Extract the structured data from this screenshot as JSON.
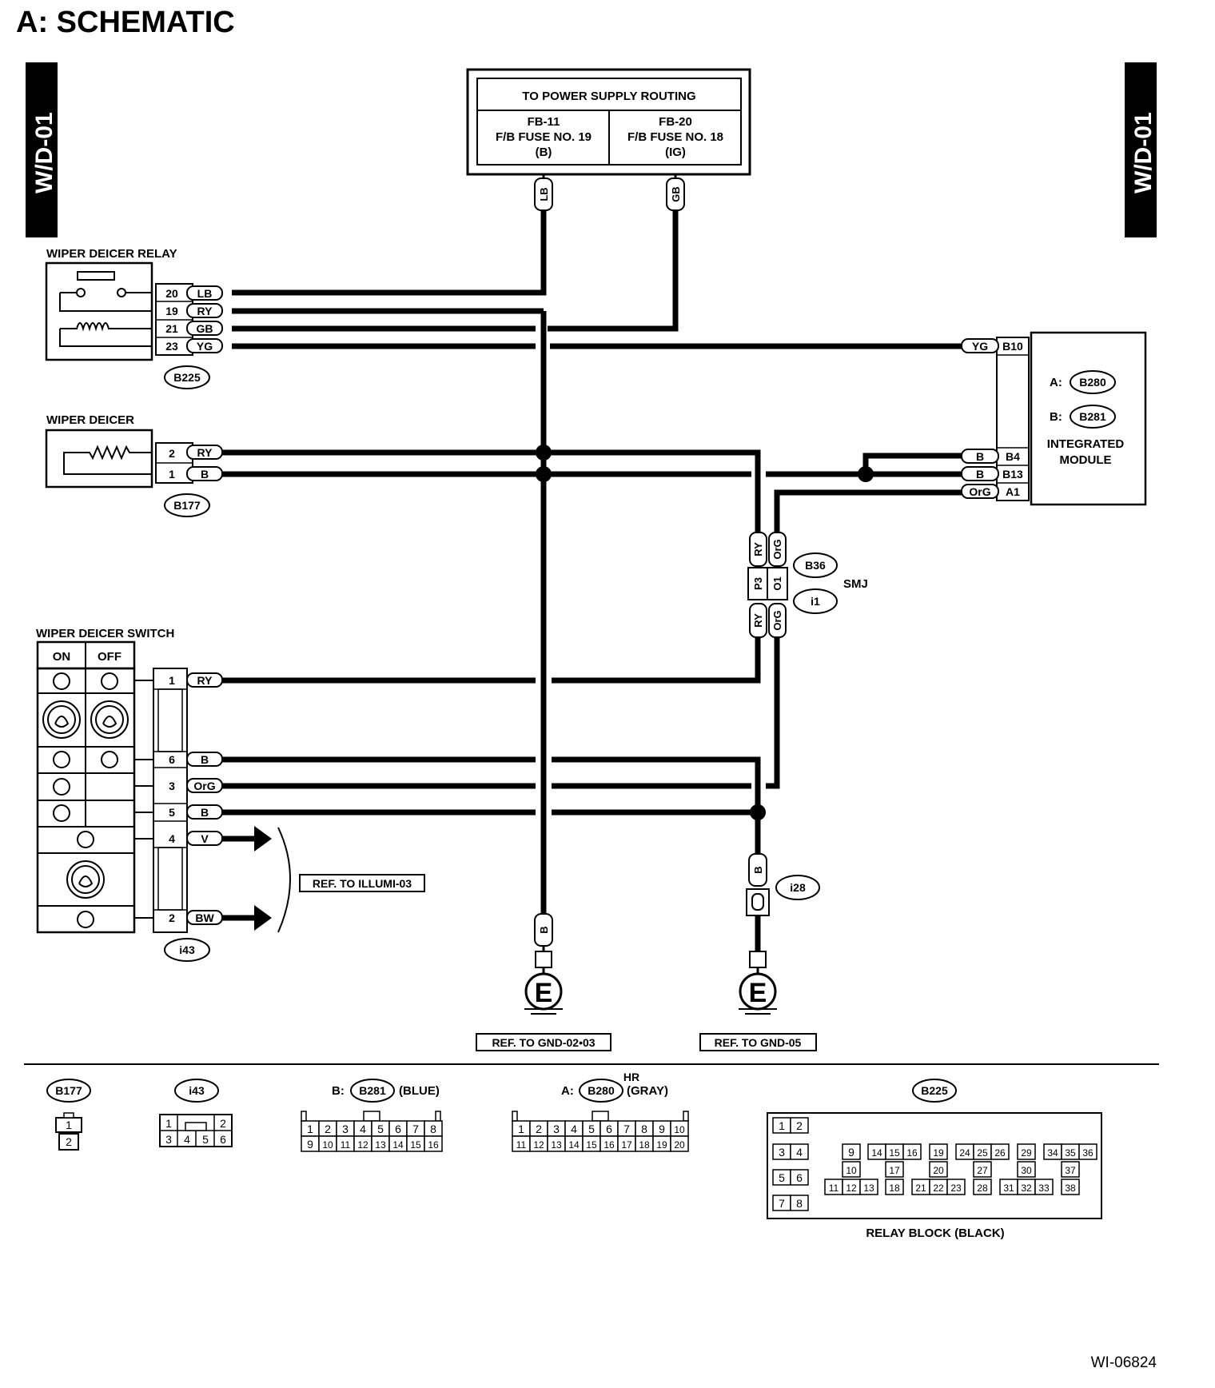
{
  "page": {
    "title": "A:  SCHEMATIC",
    "side_tab_left": "W/D-01",
    "side_tab_right": "W/D-01",
    "figure_code": "WI-06824"
  },
  "power_supply": {
    "header": "TO POWER SUPPLY ROUTING",
    "left_line1": "FB-11",
    "left_line2": "F/B FUSE NO. 19",
    "left_line3": "(B)",
    "right_line1": "FB-20",
    "right_line2": "F/B FUSE NO. 18",
    "right_line3": "(IG)",
    "wire_left": "LB",
    "wire_right": "GB"
  },
  "relay": {
    "title": "WIPER DEICER RELAY",
    "connector": "B225",
    "pins": [
      {
        "pin": "20",
        "color": "LB"
      },
      {
        "pin": "19",
        "color": "RY"
      },
      {
        "pin": "21",
        "color": "GB"
      },
      {
        "pin": "23",
        "color": "YG"
      }
    ]
  },
  "deicer": {
    "title": "WIPER DEICER",
    "connector": "B177",
    "pins": [
      {
        "pin": "2",
        "color": "RY"
      },
      {
        "pin": "1",
        "color": "B"
      }
    ]
  },
  "module": {
    "prefix_a": "A:",
    "connector_a": "B280",
    "prefix_b": "B:",
    "connector_b": "B281",
    "name_line1": "INTEGRATED",
    "name_line2": "MODULE",
    "pins": [
      {
        "pin": "B10",
        "color": "YG"
      },
      {
        "pin": "B4",
        "color": "B"
      },
      {
        "pin": "B13",
        "color": "B"
      },
      {
        "pin": "A1",
        "color": "OrG"
      }
    ]
  },
  "smj": {
    "label": "SMJ",
    "connector_1": "B36",
    "connector_2": "i1",
    "pin_left": "P3",
    "pin_right": "O1",
    "wire_upper_left": "RY",
    "wire_upper_right": "OrG",
    "wire_lower_left": "RY",
    "wire_lower_right": "OrG"
  },
  "switch": {
    "title": "WIPER DEICER SWITCH",
    "col_on": "ON",
    "col_off": "OFF",
    "connector": "i43",
    "pins": [
      {
        "pin": "1",
        "color": "RY"
      },
      {
        "pin": "6",
        "color": "B"
      },
      {
        "pin": "3",
        "color": "OrG"
      },
      {
        "pin": "5",
        "color": "B"
      },
      {
        "pin": "4",
        "color": "V"
      },
      {
        "pin": "2",
        "color": "BW"
      }
    ],
    "ref_label": "REF. TO ILLUMI-03"
  },
  "grounds": {
    "left_wire": "B",
    "left_symbol": "E",
    "left_ref": "REF. TO GND-02•03",
    "right_wire": "B",
    "right_symbol": "E",
    "right_ref": "REF. TO GND-05",
    "connector_i28": "i28"
  },
  "legend": {
    "b177": {
      "label": "B177",
      "pins": [
        "1",
        "2"
      ]
    },
    "i43": {
      "label": "i43",
      "pins": [
        "1",
        "2",
        "3",
        "4",
        "5",
        "6"
      ]
    },
    "b281": {
      "prefix": "B:",
      "label": "B281",
      "suffix": "(BLUE)",
      "row1": [
        "1",
        "2",
        "3",
        "4",
        "5",
        "6",
        "7",
        "8"
      ],
      "row2": [
        "9",
        "10",
        "11",
        "12",
        "13",
        "14",
        "15",
        "16"
      ]
    },
    "b280": {
      "hr": "HR",
      "prefix": "A:",
      "label": "B280",
      "suffix": "(GRAY)",
      "row1": [
        "1",
        "2",
        "3",
        "4",
        "5",
        "6",
        "7",
        "8",
        "9",
        "10"
      ],
      "row2": [
        "11",
        "12",
        "13",
        "14",
        "15",
        "16",
        "17",
        "18",
        "19",
        "20"
      ]
    },
    "b225": {
      "label": "B225",
      "caption": "RELAY BLOCK (BLACK)",
      "pins": [
        "1",
        "2",
        "3",
        "4",
        "5",
        "6",
        "7",
        "8",
        "9",
        "10",
        "11",
        "12",
        "13",
        "14",
        "15",
        "16",
        "17",
        "18",
        "19",
        "20",
        "21",
        "22",
        "23",
        "24",
        "25",
        "26",
        "27",
        "28",
        "29",
        "30",
        "31",
        "32",
        "33",
        "34",
        "35",
        "36",
        "37",
        "38"
      ]
    }
  }
}
